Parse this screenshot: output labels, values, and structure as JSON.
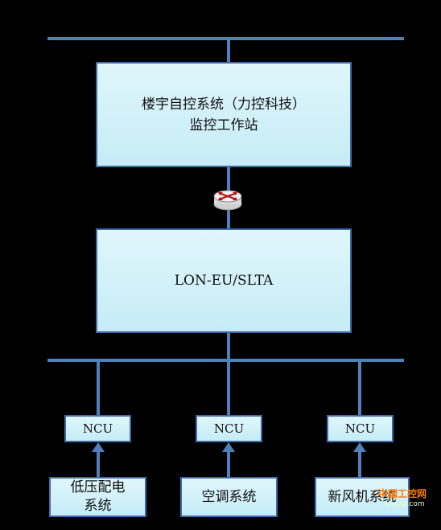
{
  "colors": {
    "background": "#000000",
    "line": "#4f81bd",
    "box_fill": "#d5f1f8",
    "box_border": "#3f6aa6",
    "watermark": "#ff7a00"
  },
  "workstation": {
    "line1": "楼宇自控系统（力控科技）",
    "line2": "监控工作站"
  },
  "router_icon": "router-icon",
  "gateway": {
    "label": "LON-EU/SLTA"
  },
  "ncus": [
    {
      "label": "NCU"
    },
    {
      "label": "NCU"
    },
    {
      "label": "NCU"
    }
  ],
  "subsystems": [
    {
      "line1": "低压配电",
      "line2": "系统"
    },
    {
      "line1": "空调系统"
    },
    {
      "line1": "新风机系统"
    }
  ],
  "watermark": {
    "brand": "中国工控网",
    "site": "gkong.com"
  }
}
